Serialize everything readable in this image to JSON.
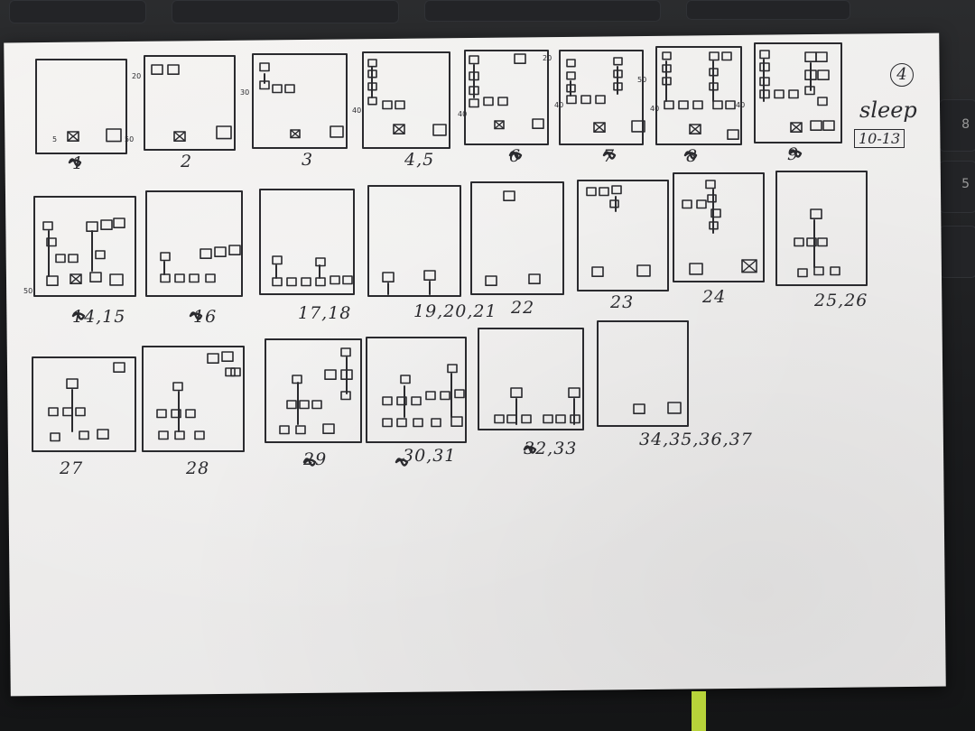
{
  "photo": {
    "keyboard_side_keys": [
      "8",
      "5"
    ],
    "note": {
      "circled_number": "4",
      "word": "sleep",
      "range": "10-13"
    },
    "frames": [
      {
        "label": "1",
        "marks": [
          "5",
          "50"
        ]
      },
      {
        "label": "2",
        "marks": [
          "20"
        ]
      },
      {
        "label": "3",
        "marks": [
          "30"
        ]
      },
      {
        "label": "4,5",
        "marks": [
          "40"
        ]
      },
      {
        "label": "6",
        "marks": [
          "40",
          "20"
        ]
      },
      {
        "label": "7",
        "marks": [
          "40",
          "50"
        ]
      },
      {
        "label": "8",
        "marks": [
          "40",
          "40"
        ]
      },
      {
        "label": "9",
        "marks": []
      },
      {
        "label": "14,15",
        "marks": [
          "50"
        ]
      },
      {
        "label": "16",
        "marks": []
      },
      {
        "label": "17,18",
        "marks": []
      },
      {
        "label": "19,20,21",
        "marks": []
      },
      {
        "label": "22",
        "marks": []
      },
      {
        "label": "23",
        "marks": []
      },
      {
        "label": "24",
        "marks": []
      },
      {
        "label": "25,26",
        "marks": []
      },
      {
        "label": "27",
        "marks": []
      },
      {
        "label": "28",
        "marks": []
      },
      {
        "label": "29",
        "marks": []
      },
      {
        "label": "30,31",
        "marks": []
      },
      {
        "label": "32,33",
        "marks": []
      },
      {
        "label": "34,35,36,37",
        "marks": []
      }
    ],
    "colors": {
      "ink": "#2a2a2e",
      "paper": "#f0efed",
      "tape": "#b7d33a"
    }
  }
}
